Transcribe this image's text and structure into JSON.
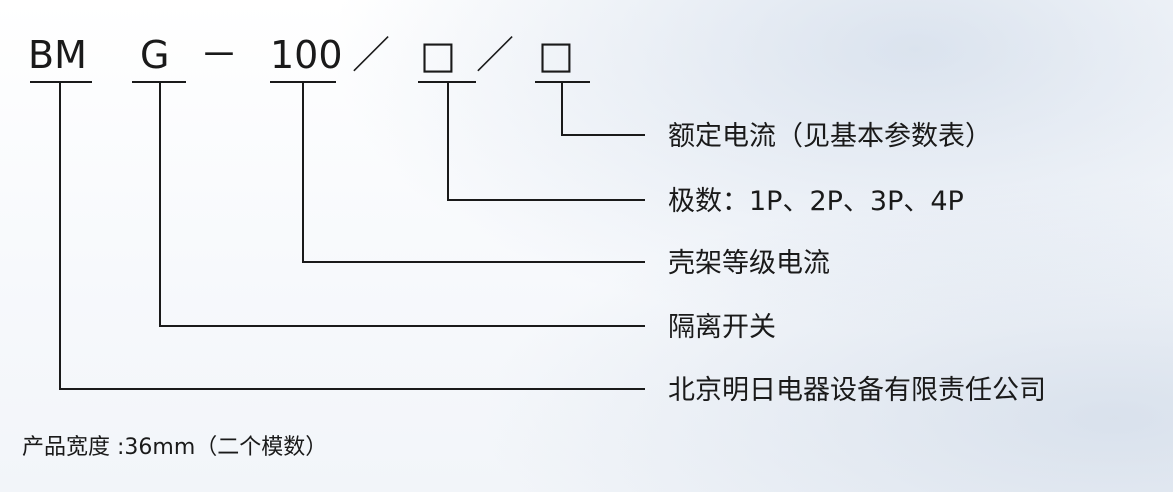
{
  "model_code": {
    "part_bm": "BM",
    "part_g": "G",
    "part_dash": "－",
    "part_current": "100",
    "slash_1": "／",
    "placeholder_1": "□",
    "slash_2": "／",
    "placeholder_2": "□"
  },
  "descriptions": {
    "rated_current": "额定电流（见基本参数表）",
    "poles": "极数：1P、2P、3P、4P",
    "frame_current": "壳架等级电流",
    "isolating_switch": "隔离开关",
    "manufacturer": "北京明日电器设备有限责任公司"
  },
  "footer": {
    "product_width": "产品宽度 :36mm（二个模数）"
  }
}
